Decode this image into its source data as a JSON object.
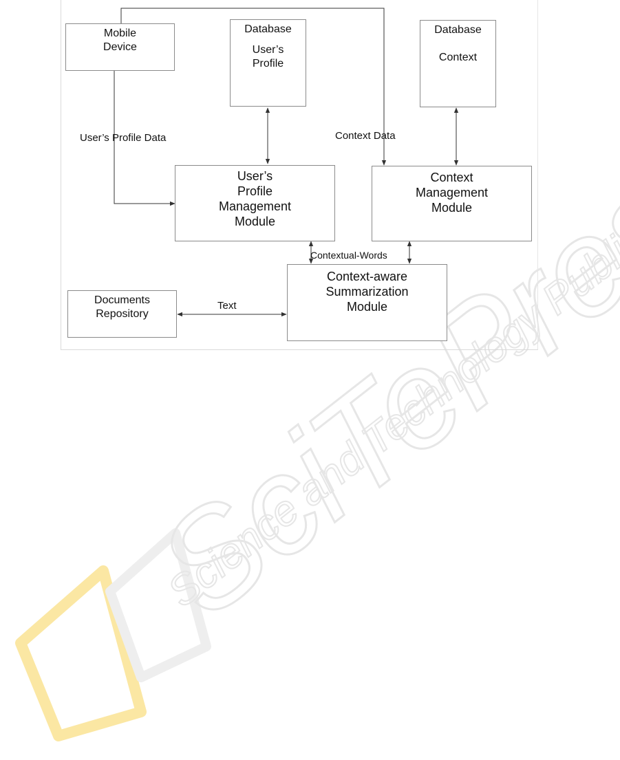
{
  "nodes": {
    "mobile_device": "Mobile\nDevice",
    "db_profile_title": "Database",
    "db_profile_name": "User’s\nProfile",
    "db_context_title": "Database",
    "db_context_name": "Context",
    "profile_module": "User’s\nProfile\nManagement\nModule",
    "context_module": "Context\nManagement\nModule",
    "summarization_module": "Context-aware\nSummarization\nModule",
    "documents_repository": "Documents\nRepository"
  },
  "edges": {
    "profile_data": "User’s Profile Data",
    "context_data": "Context Data",
    "contextual_words": "Contextual-Words",
    "text": "Text"
  },
  "watermark": {
    "brand": "SciTePress",
    "tagline": "Science and Technology Publications"
  },
  "colors": {
    "line": "#333333",
    "box_border": "#8a8a8a",
    "watermark": "#e6e6e6",
    "logo_yellow": "#fbe7a3"
  }
}
